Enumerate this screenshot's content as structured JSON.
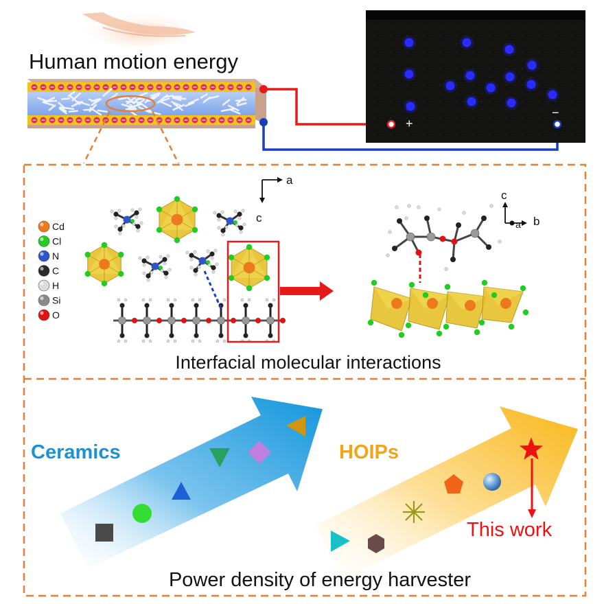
{
  "top": {
    "title": "Human motion energy",
    "plus_sign": "+",
    "minus_sign": "−"
  },
  "crystal": {
    "legend": [
      {
        "symbol": "Cd",
        "color": "#ec7a1c"
      },
      {
        "symbol": "Cl",
        "color": "#22cc22"
      },
      {
        "symbol": "N",
        "color": "#2c56c9"
      },
      {
        "symbol": "C",
        "color": "#2a2a2a"
      },
      {
        "symbol": "H",
        "color": "#dcdcdc"
      },
      {
        "symbol": "Si",
        "color": "#8a8a8a"
      },
      {
        "symbol": "O",
        "color": "#e01212"
      }
    ],
    "axis_left": {
      "a": "a",
      "c": "c"
    },
    "axis_right": {
      "c": "c",
      "a": "a",
      "b": "b"
    },
    "caption": "Interfacial molecular interactions"
  },
  "bottom": {
    "ceramics_label": "Ceramics",
    "hoips_label": "HOIPs",
    "this_work_label": "This work",
    "caption": "Power density of  energy harvester",
    "colors": {
      "ceramics": "#1a93d6",
      "hoips": "#f2a51c",
      "this_work": "#ee1111",
      "dash": "#e67e33"
    }
  }
}
